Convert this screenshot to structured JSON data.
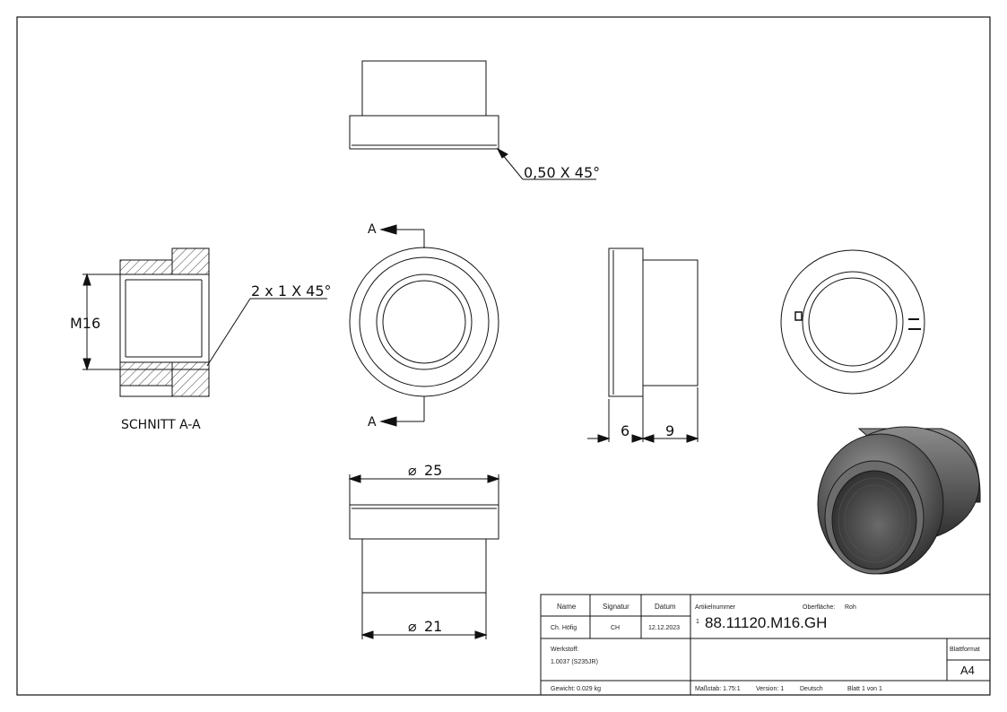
{
  "views": {
    "chamfer_top": "0,50 X 45°",
    "chamfer_section": "2 x 1 X 45°",
    "thread_label": "M16",
    "section_title": "SCHNITT A-A",
    "section_marker": "A",
    "dim_flange_width": "6",
    "dim_body_width": "9",
    "dim_outer_diameter": "25",
    "dim_body_diameter": "21",
    "diameter_symbol": "⌀"
  },
  "title_block": {
    "headers": {
      "name": "Name",
      "signature": "Signatur",
      "date": "Datum"
    },
    "values": {
      "name": "Ch. Höfig",
      "signature": "CH",
      "date": "12.12.2023"
    },
    "article_label": "Artikelnummer",
    "surface_label": "Oberfläche:",
    "surface_value": "Roh",
    "revision": "1",
    "article_number": "88.11120.M16.GH",
    "material_label": "Werkstoff:",
    "material_value": "1.0037 (S235JR)",
    "sheet_format_label": "Blattformat",
    "sheet_format": "A4",
    "weight": "Gewicht: 0.029 kg",
    "scale": "Maßstab: 1.75:1",
    "version": "Version: 1",
    "language": "Deutsch",
    "sheet": "Blatt 1 von 1"
  },
  "colors": {
    "line": "#111111",
    "shade_dark": "#3a3a3a",
    "shade_light": "#8a8a8a"
  }
}
